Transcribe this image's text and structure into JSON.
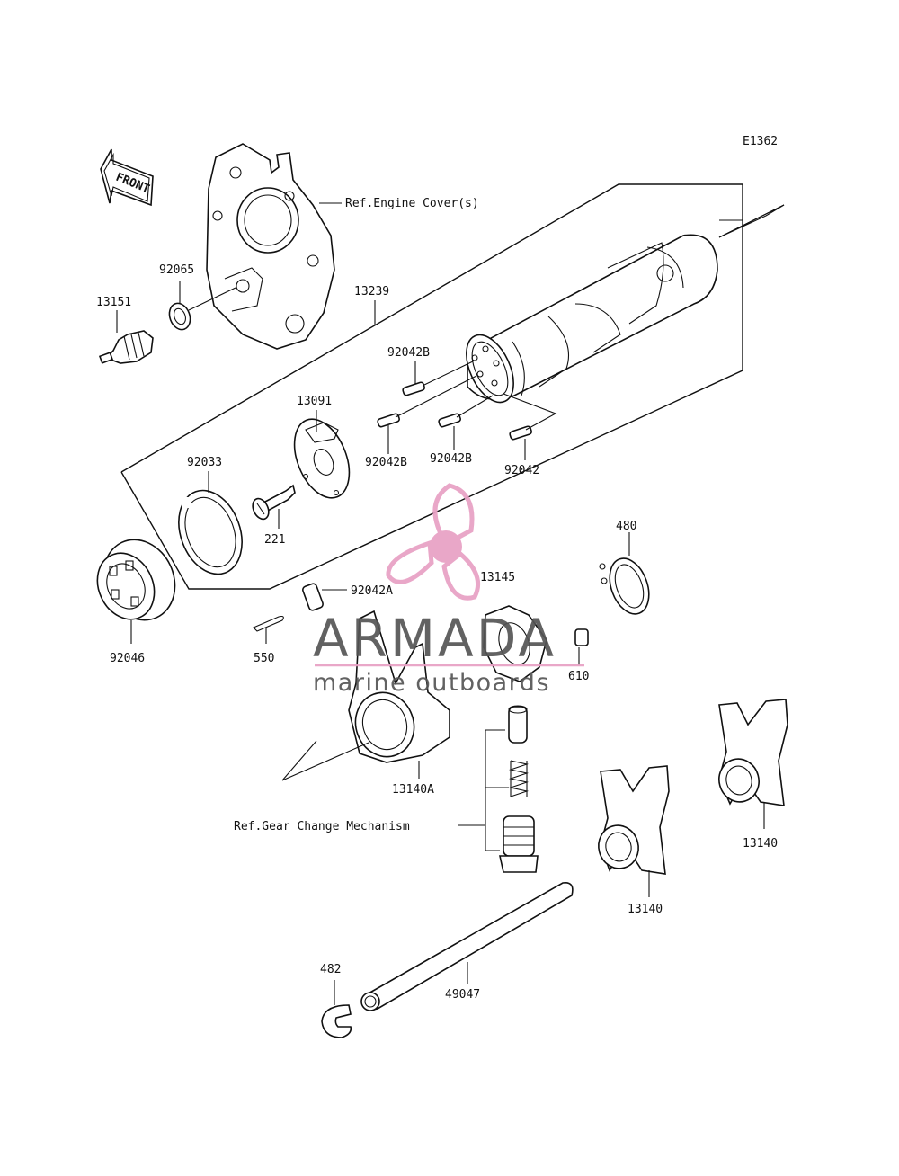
{
  "diagram_code": "E1362",
  "front_label": "FRONT",
  "refs": {
    "engine_cover": "Ref.Engine Cover(s)",
    "gear_change": "Ref.Gear Change Mechanism"
  },
  "parts": {
    "p92065": "92065",
    "p13151": "13151",
    "p13239": "13239",
    "p92042B_1": "92042B",
    "p92042B_2": "92042B",
    "p92042B_3": "92042B",
    "p92042": "92042",
    "p13091": "13091",
    "p92033": "92033",
    "p221": "221",
    "p92046": "92046",
    "p92042A": "92042A",
    "p550": "550",
    "p13145": "13145",
    "p480": "480",
    "p610": "610",
    "p13140A": "13140A",
    "p13140_1": "13140",
    "p13140_2": "13140",
    "p482": "482",
    "p49047": "49047"
  },
  "watermark": {
    "brand": "ARMADA",
    "tagline": "marine outboards",
    "accent_color": "#e8a0c4",
    "text_color": "#555555"
  }
}
